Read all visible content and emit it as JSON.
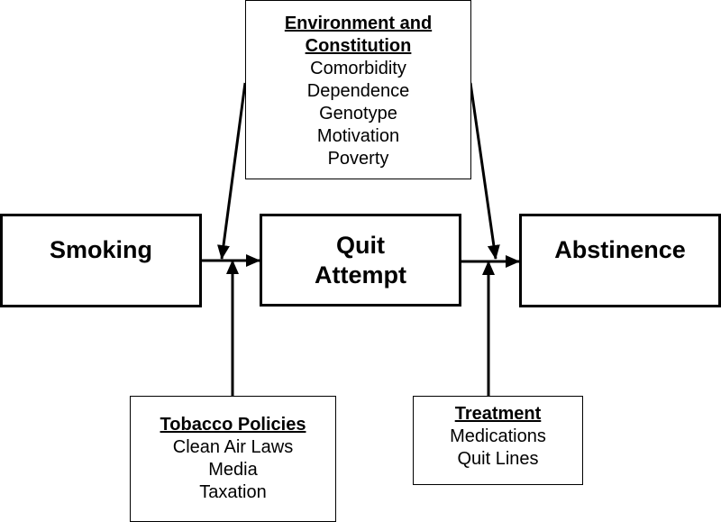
{
  "boxes": {
    "smoking": {
      "label": "Smoking"
    },
    "quit_attempt": {
      "line1": "Quit",
      "line2": "Attempt"
    },
    "abstinence": {
      "label": "Abstinence"
    }
  },
  "environment": {
    "title_line1": "Environment and",
    "title_line2": "Constitution",
    "items": [
      "Comorbidity",
      "Dependence",
      "Genotype",
      "Motivation",
      "Poverty"
    ]
  },
  "tobacco_policies": {
    "title": "Tobacco Policies",
    "items": [
      "Clean Air Laws",
      "Media",
      "Taxation"
    ]
  },
  "treatment": {
    "title": "Treatment",
    "items": [
      "Medications",
      "Quit Lines"
    ]
  }
}
